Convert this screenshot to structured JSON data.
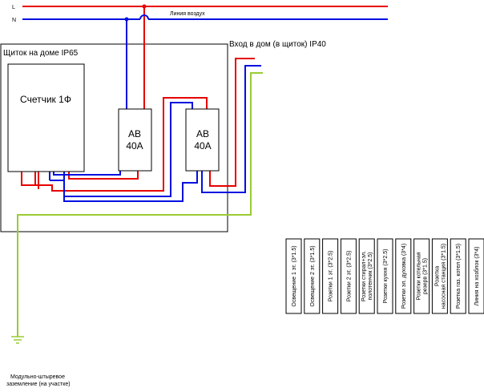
{
  "colors": {
    "phase": "#e60000",
    "neutral": "#0010e0",
    "ground": "#99cc33",
    "outline": "#000000",
    "background": "#ffffff"
  },
  "lines": {
    "phase_label": "L",
    "neutral_label": "N",
    "air_line_label": "Линия воздух"
  },
  "panel": {
    "title": "Щиток на доме IP65",
    "entry_label": "Вход в дом (в щиток) IP40"
  },
  "meter": {
    "label": "Счетчик 1Ф"
  },
  "breakers": [
    {
      "line1": "АВ",
      "line2": "40А"
    },
    {
      "line1": "АВ",
      "line2": "40А"
    }
  ],
  "ground": {
    "line1": "Модульно-штыревое",
    "line2": "заземление (на участке)"
  },
  "circuits": [
    [
      "Освещение 1 эт. (3*1.5)"
    ],
    [
      "Освещение 2 эт. (3*1.5)"
    ],
    [
      "Розетки 1 эт. (3*2.5)"
    ],
    [
      "Розетки 2 эт. (3*2.5)"
    ],
    [
      "Розетки стирал+эл.",
      "полотенчик (3*2.5)"
    ],
    [
      "Розетки кухня (3*2.5)"
    ],
    [
      "Розетки эл. духовка (3*4)"
    ],
    [
      "Розетки котельная",
      "резерв (3*1.5)"
    ],
    [
      "Розетка",
      "насосная станция (3*1.5)"
    ],
    [
      "Розетка газ. котел (3*1.5)"
    ],
    [
      "Линия на хозблок (3*4)"
    ]
  ]
}
